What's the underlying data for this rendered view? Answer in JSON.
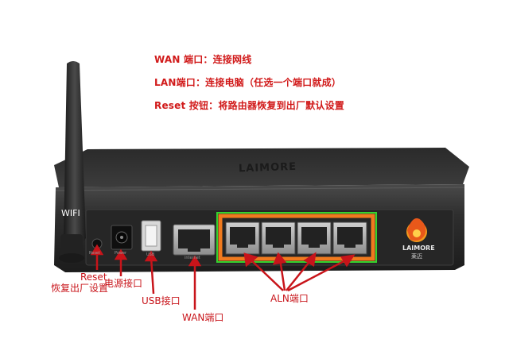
{
  "notes": {
    "wan": "WAN 端口：连接网线",
    "lan": "LAN端口：连接电脑（任选一个端口就成）",
    "reset": "Reset 按钮：将路由器恢复到出厂默认设置"
  },
  "device": {
    "antenna_label": "WIFI",
    "top_brand": "LAIMORE",
    "logo_brand": "LAIMORE",
    "logo_sub": "莱迈",
    "panel_labels": {
      "reset": "Reset",
      "power": "Power",
      "usb": "USB",
      "wan": "internet"
    }
  },
  "callouts": {
    "reset_en": "Reset",
    "reset_cn": "恢复出厂设置",
    "power": "电源接口",
    "usb": "USB接口",
    "wan": "WAN端口",
    "lan": "ALN端口"
  },
  "colors": {
    "annotation_red": "#c8141a",
    "lan_highlight_orange": "#f07a1e",
    "lan_highlight_green": "#35d12e",
    "body_dark": "#2a2a2a"
  }
}
